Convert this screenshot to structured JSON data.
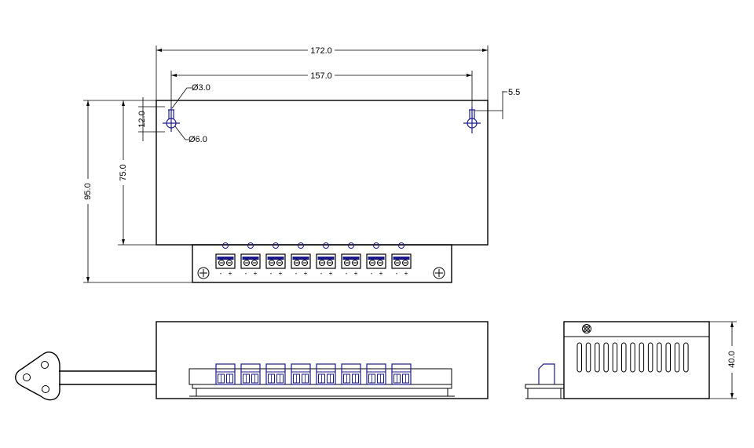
{
  "dimensions": {
    "overall_width": "172.0",
    "hole_spacing": "157.0",
    "slot_small_dia": "Ø3.0",
    "slot_large_dia": "Ø6.0",
    "slot_offset": "12.0",
    "edge_offset": "5.5",
    "body_depth": "75.0",
    "overall_depth": "95.0",
    "height": "40.0"
  },
  "terminals": {
    "count": 8,
    "neg_label": "-",
    "pos_label": "+"
  },
  "colors": {
    "line": "#000000",
    "terminal": "#1a1a8c"
  }
}
